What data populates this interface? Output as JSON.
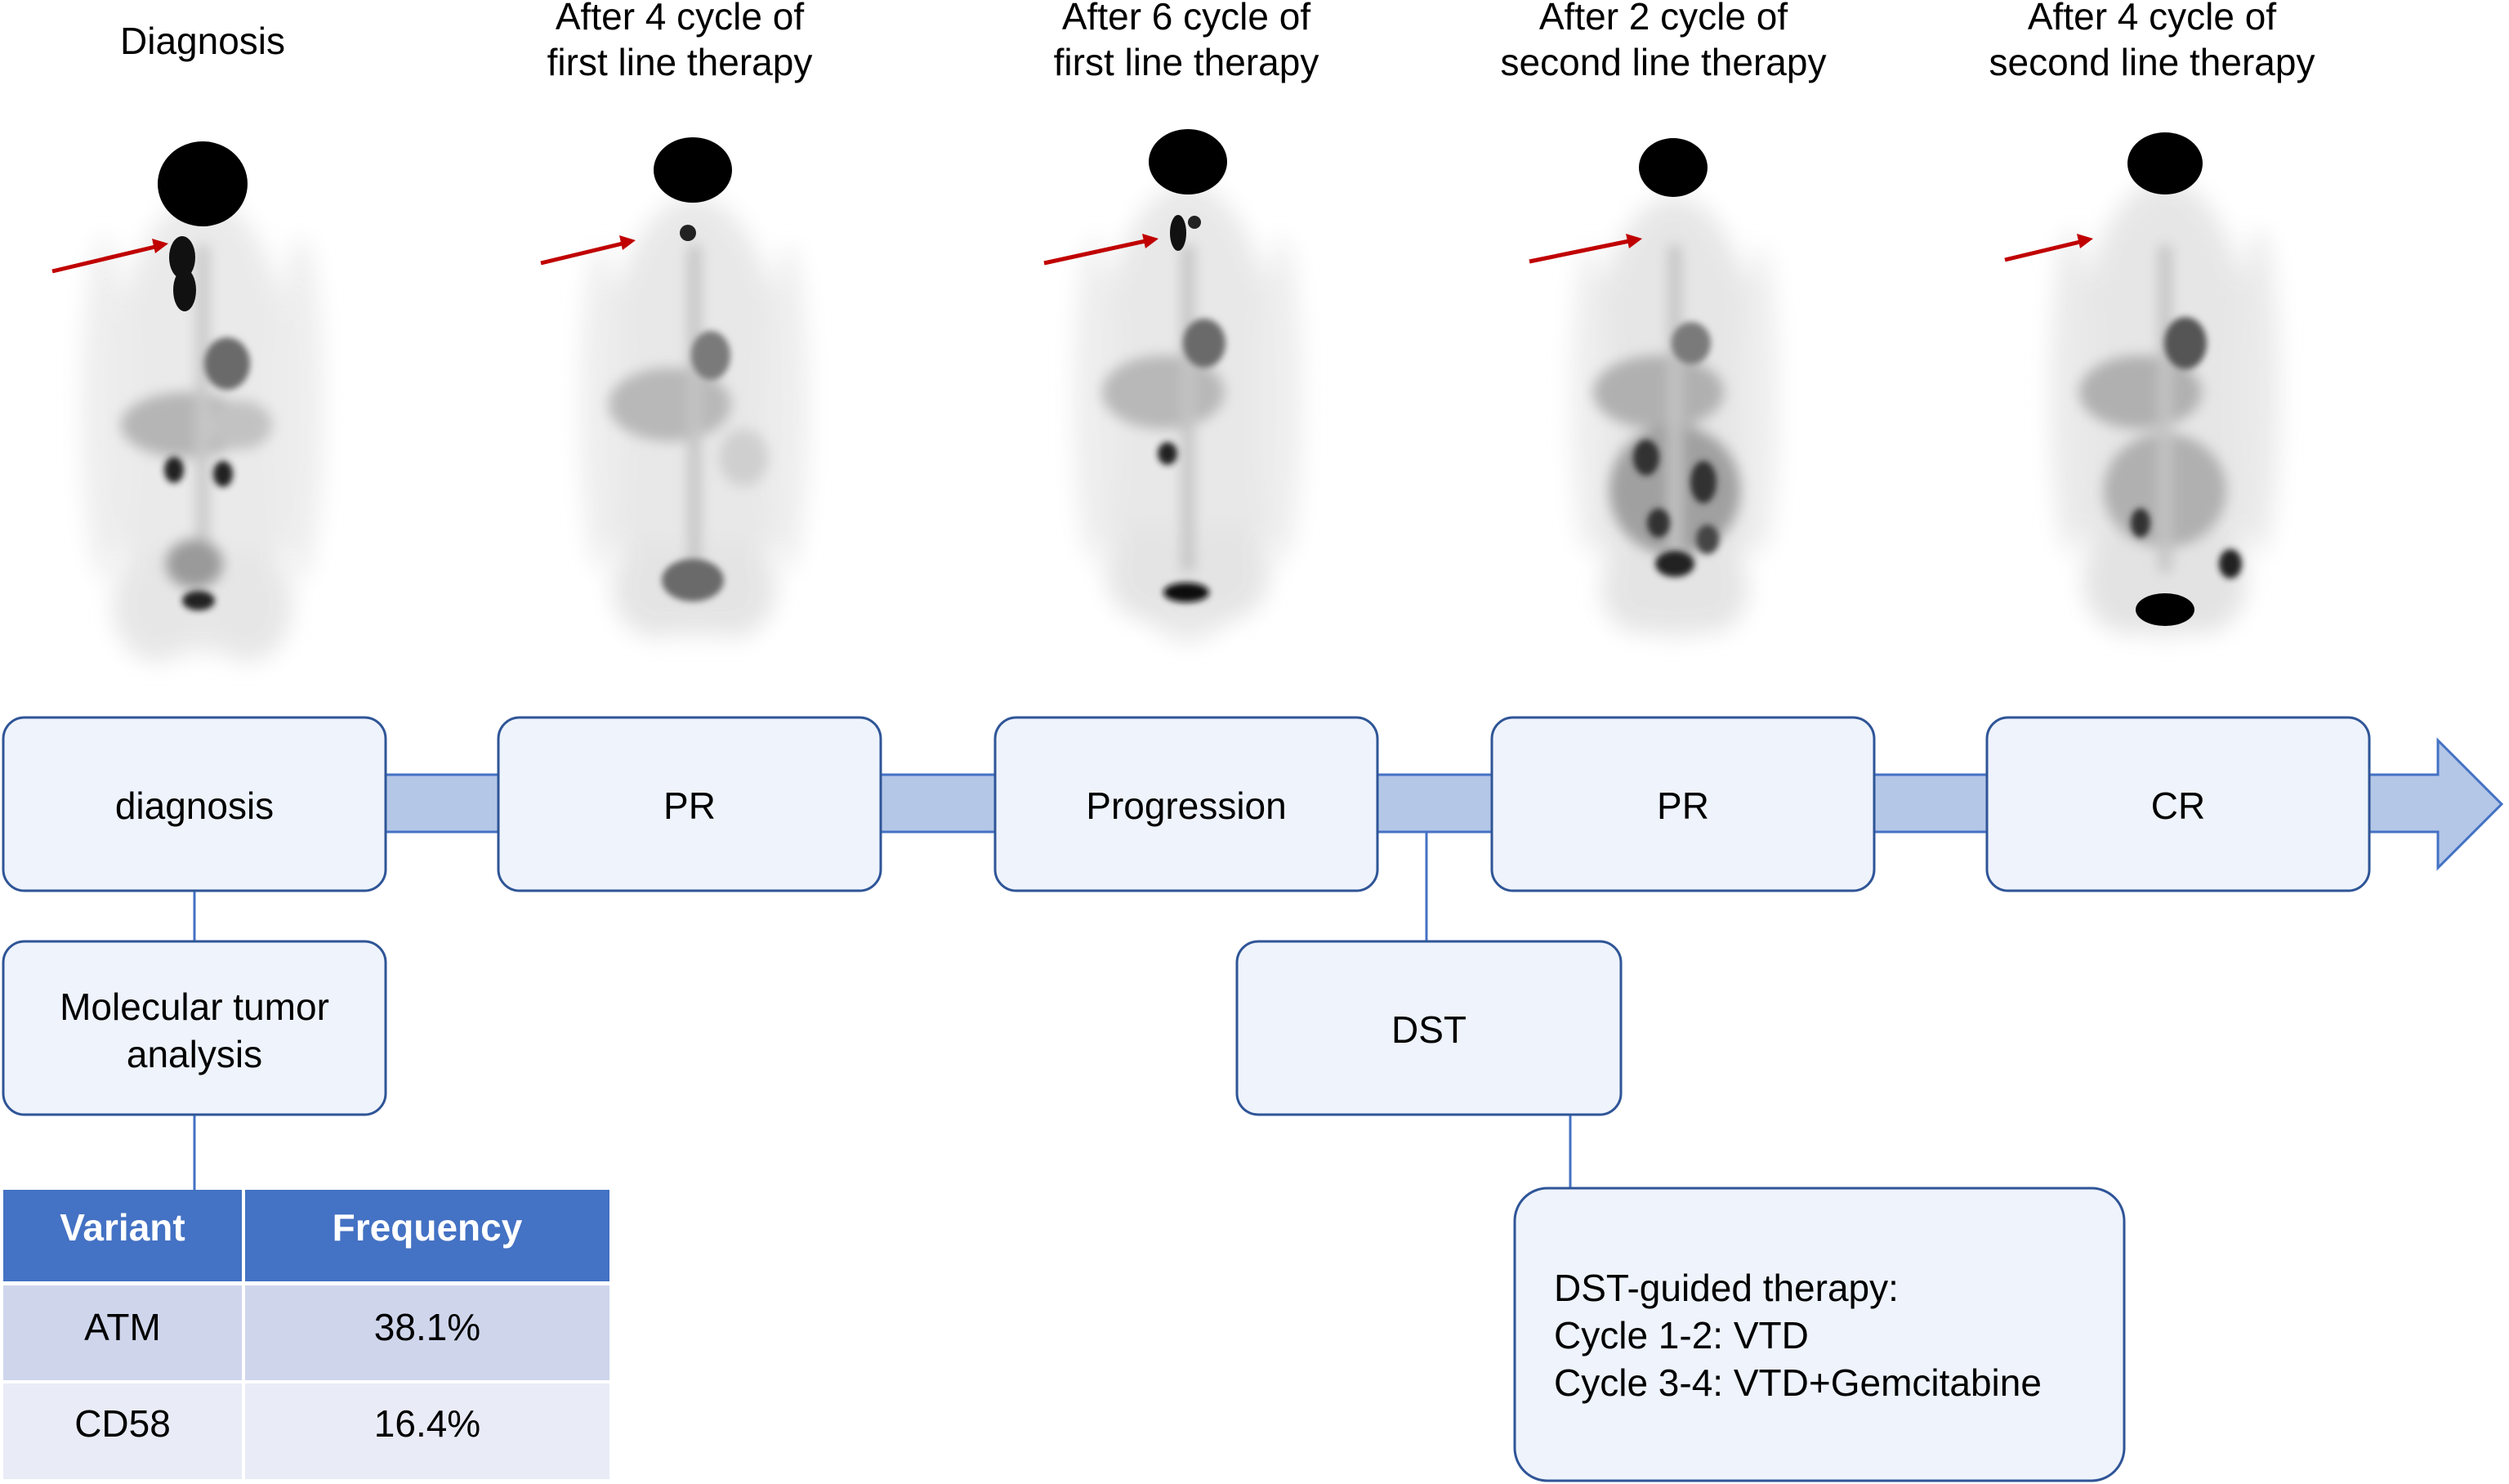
{
  "scans": [
    {
      "title_line1": "",
      "title_line2": "Diagnosis",
      "icon": "pet-scan-image"
    },
    {
      "title_line1": "After 4 cycle of",
      "title_line2": "first line therapy",
      "icon": "pet-scan-image"
    },
    {
      "title_line1": "After 6 cycle of",
      "title_line2": "first line therapy",
      "icon": "pet-scan-image"
    },
    {
      "title_line1": "After 2 cycle of",
      "title_line2": "second line therapy",
      "icon": "pet-scan-image"
    },
    {
      "title_line1": "After 4 cycle of",
      "title_line2": "second line therapy",
      "icon": "pet-scan-image"
    }
  ],
  "timeline": {
    "stages": [
      "diagnosis",
      "PR",
      "Progression",
      "PR",
      "CR"
    ]
  },
  "molecular": {
    "line1": "Molecular tumor",
    "line2": "analysis"
  },
  "dst": {
    "label": "DST"
  },
  "dst_therapy": {
    "line1": "DST-guided therapy:",
    "line2": "Cycle 1-2: VTD",
    "line3": "Cycle 3-4: VTD+Gemcitabine"
  },
  "variant_table": {
    "headers": [
      "Variant",
      "Frequency"
    ],
    "rows": [
      [
        "ATM",
        "38.1%"
      ],
      [
        "CD58",
        "16.4%"
      ]
    ]
  },
  "colors": {
    "box_fill": "#eef3fc",
    "box_stroke": "#2f5597",
    "arrow_fill": "#b4c7e7",
    "arrow_stroke": "#4472c4",
    "table_header": "#4472c4",
    "table_row1": "#cfd6ec",
    "table_row2": "#e9ecf6",
    "marker_arrow": "#c00000"
  }
}
